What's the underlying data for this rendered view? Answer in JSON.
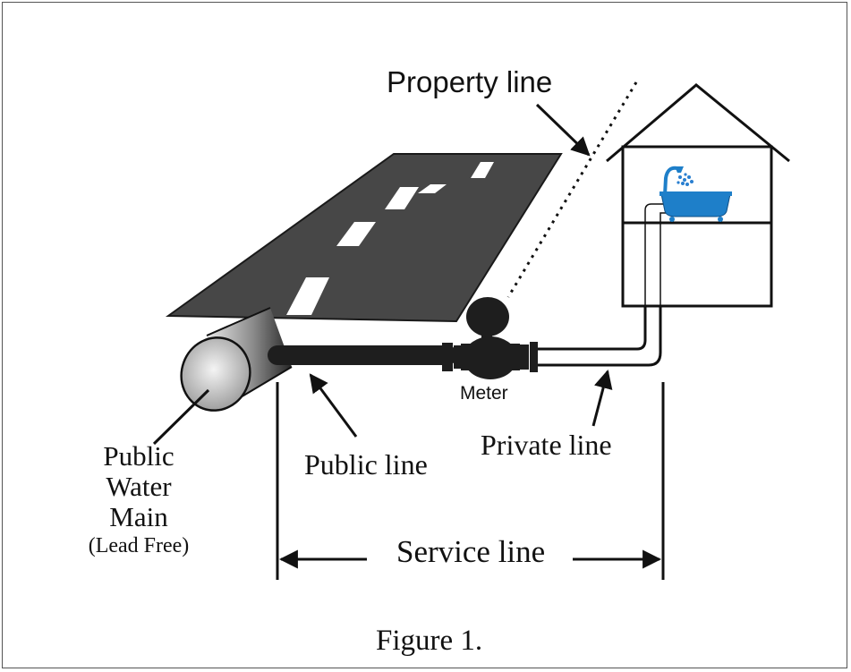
{
  "labels": {
    "property_line": "Property line",
    "public_water_main": [
      "Public",
      "Water",
      "Main"
    ],
    "lead_free": "(Lead Free)",
    "public_line": "Public line",
    "private_line": "Private line",
    "meter": "Meter",
    "service_line": "Service line",
    "caption": "Figure 1."
  },
  "colors": {
    "road": "#474747",
    "pipe": "#1e1e1e",
    "outline": "#111111",
    "tub": "#1e7fc9",
    "water_drops": "#2a7fd0",
    "main_pipe_light": "#e8e8e8",
    "main_pipe_dark": "#262626"
  }
}
